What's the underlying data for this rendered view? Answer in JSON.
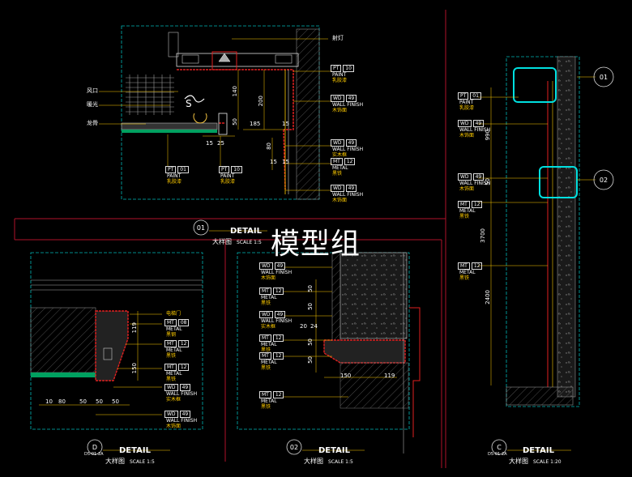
{
  "watermark": "模型组",
  "top_detail": {
    "callouts": {
      "lamp": "射灯",
      "vent": "风口",
      "bulb": "暖光",
      "keel": "龙骨"
    },
    "tags_right": [
      {
        "code": "PT",
        "num": "10",
        "l1": "PAINT",
        "l2": "乳胶漆"
      },
      {
        "code": "WD",
        "num": "49",
        "l1": "WALL FINISH",
        "l2": "木饰面"
      },
      {
        "code": "WD",
        "num": "49",
        "l1": "WALL FINISH",
        "l2": "实木框"
      },
      {
        "code": "MT",
        "num": "12",
        "l1": "METAL",
        "l2": "黑铁"
      },
      {
        "code": "WD",
        "num": "49",
        "l1": "WALL FINISH",
        "l2": "木饰面"
      }
    ],
    "tags_bottom": [
      {
        "code": "PT",
        "num": "01",
        "l1": "PAINT",
        "l2": "乳胶漆"
      },
      {
        "code": "PT",
        "num": "10",
        "l1": "PAINT",
        "l2": "乳胶漆"
      }
    ],
    "dims": {
      "d140": "140",
      "d200": "200",
      "d50": "50",
      "d185": "185",
      "d15a": "15",
      "d15b": "15",
      "d15c": "15",
      "d25": "25",
      "d80": "80",
      "d15d": "15"
    },
    "title": {
      "num": "01",
      "label": "DETAIL",
      "cn": "大样图",
      "scale": "SCALE  1:5"
    }
  },
  "detail_d": {
    "tags": [
      {
        "code": "",
        "num": "",
        "l1": "",
        "l2": "电梯门"
      },
      {
        "code": "MT",
        "num": "08",
        "l1": "METAL",
        "l2": "黑钢"
      },
      {
        "code": "MT",
        "num": "12",
        "l1": "METAL",
        "l2": "黑铁"
      },
      {
        "code": "MT",
        "num": "12",
        "l1": "METAL",
        "l2": "黑铁"
      },
      {
        "code": "WD",
        "num": "49",
        "l1": "WALL FINISH",
        "l2": "实木框"
      },
      {
        "code": "WD",
        "num": "49",
        "l1": "WALL FINISH",
        "l2": "木饰面"
      }
    ],
    "dims": {
      "v119": "119",
      "v150": "150",
      "h10": "10",
      "h80": "80",
      "h50a": "50",
      "h50b": "50",
      "h50c": "50"
    },
    "title": {
      "num": "D",
      "sub": "D5-01-2A",
      "label": "DETAIL",
      "cn": "大样图",
      "scale": "SCALE  1:5"
    }
  },
  "detail_02": {
    "tags": [
      {
        "code": "WD",
        "num": "49",
        "l1": "WALL FINISH",
        "l2": "木饰面"
      },
      {
        "code": "MT",
        "num": "12",
        "l1": "METAL",
        "l2": "黑铁"
      },
      {
        "code": "WD",
        "num": "49",
        "l1": "WALL FINISH",
        "l2": "实木框"
      },
      {
        "code": "MT",
        "num": "12",
        "l1": "METAL",
        "l2": "黑铁"
      },
      {
        "code": "MT",
        "num": "12",
        "l1": "METAL",
        "l2": "黑铁"
      },
      {
        "code": "MT",
        "num": "12",
        "l1": "METAL",
        "l2": "黑铁"
      }
    ],
    "dims": {
      "v50a": "50",
      "v50b": "50",
      "v20": "20",
      "v24": "24",
      "v50c": "50",
      "v50d": "50",
      "h150": "150",
      "h119": "119"
    },
    "title": {
      "num": "02",
      "label": "DETAIL",
      "cn": "大样图",
      "scale": "SCALE  1:5"
    }
  },
  "detail_c": {
    "tags": [
      {
        "code": "PT",
        "num": "01",
        "l1": "PAINT",
        "l2": "乳胶漆"
      },
      {
        "code": "WD",
        "num": "49",
        "l1": "WALL FINISH",
        "l2": "木饰面"
      },
      {
        "code": "WD",
        "num": "49",
        "l1": "WALL FINISH",
        "l2": "木饰面"
      },
      {
        "code": "MT",
        "num": "12",
        "l1": "METAL",
        "l2": "黑铁"
      },
      {
        "code": "MT",
        "num": "12",
        "l1": "METAL",
        "l2": "黑铁"
      }
    ],
    "dims": {
      "d990": "990",
      "d50": "50",
      "d3700": "3700",
      "d2400": "2400"
    },
    "refs": {
      "r1": "01",
      "r2": "02"
    },
    "title": {
      "num": "C",
      "sub": "D5-01-2A",
      "label": "DETAIL",
      "cn": "大样图",
      "scale": "SCALE  1:20"
    }
  }
}
